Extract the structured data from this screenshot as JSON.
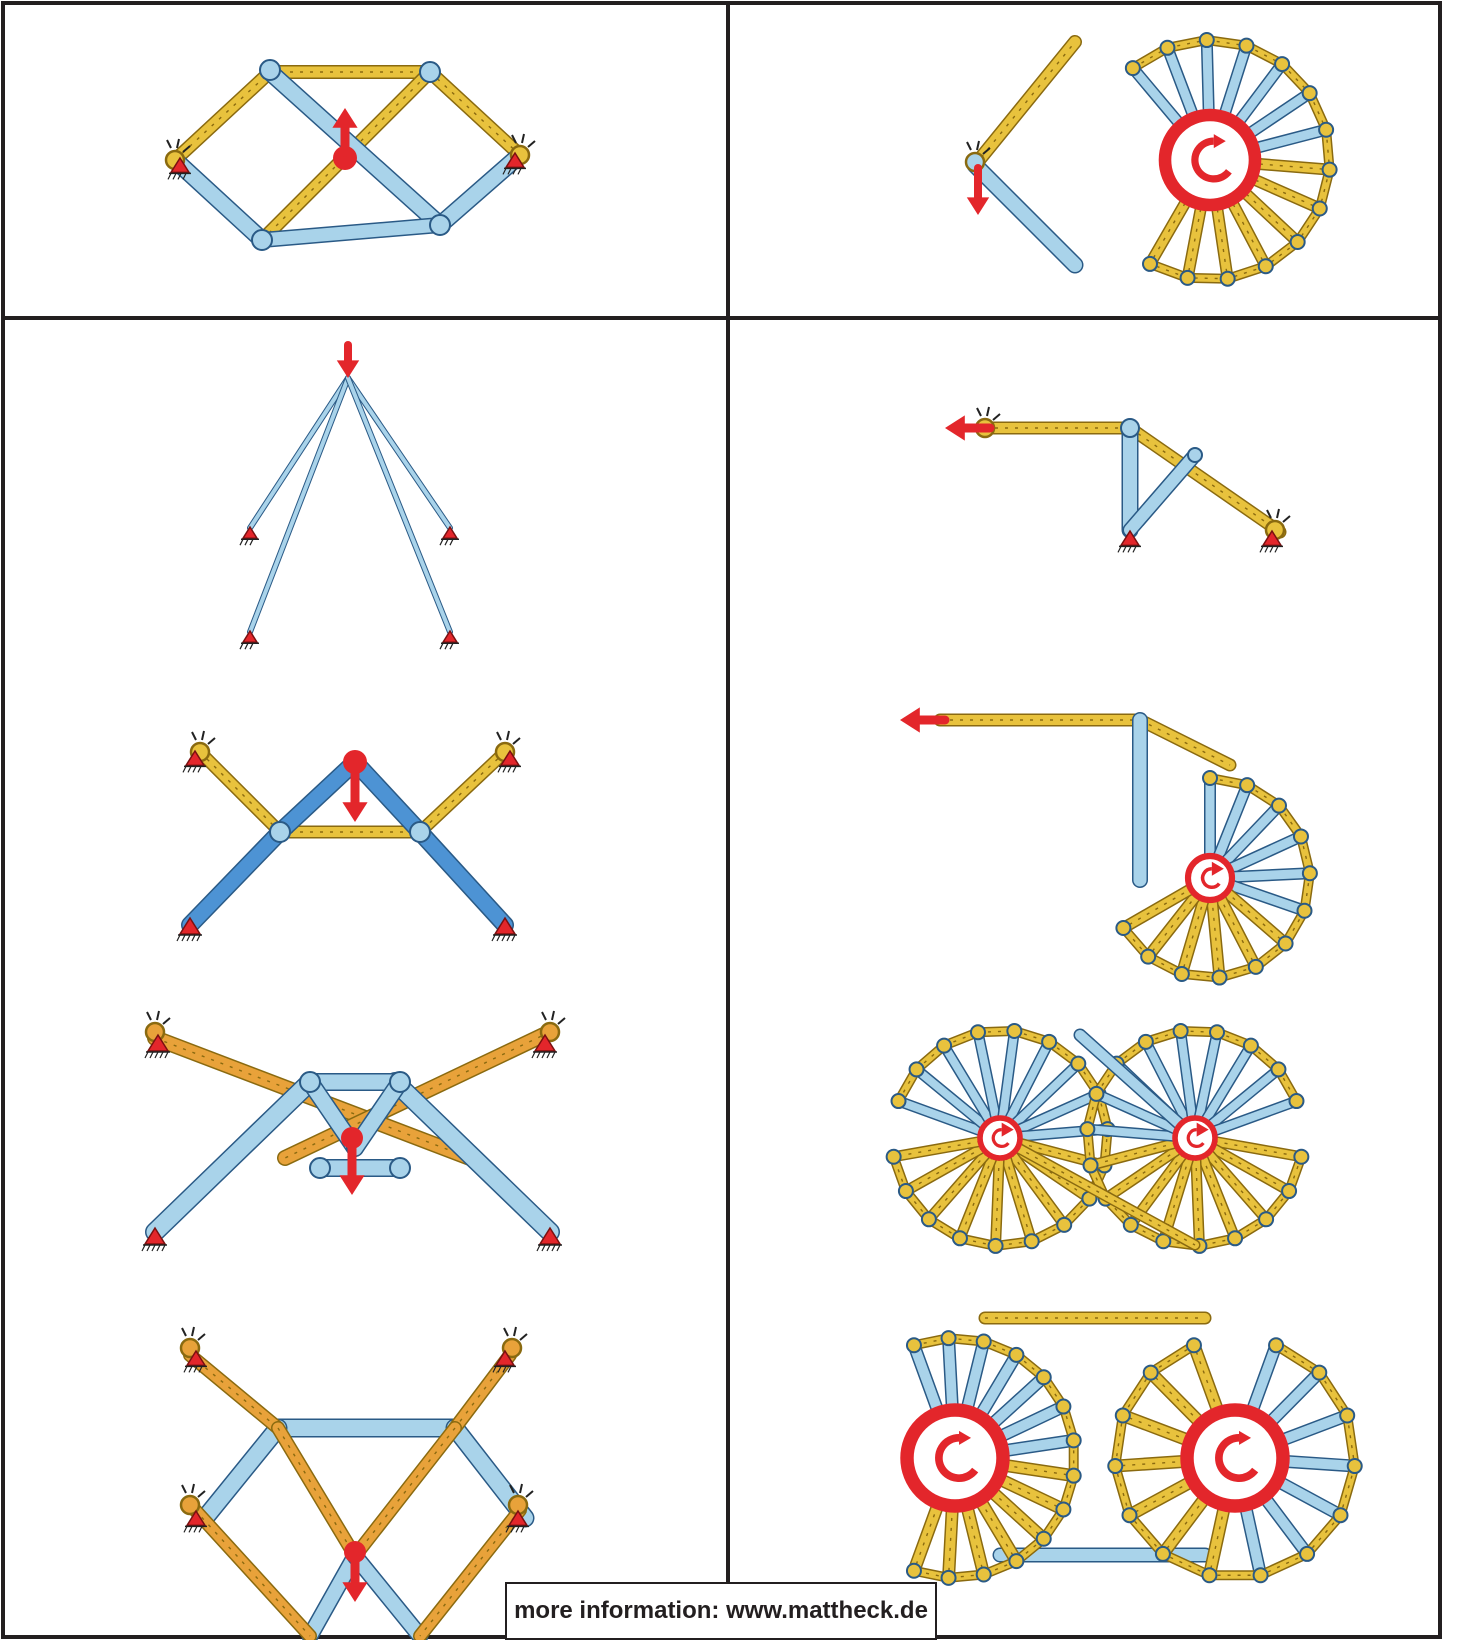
{
  "footer": {
    "info_text": "more information: www.mattheck.de"
  },
  "colors": {
    "frame": "#231f20",
    "rope": "#e8c23d",
    "rope_orange": "#e8a23a",
    "rope_stroke": "#8a6a10",
    "strut_light": "#a9d3ea",
    "strut_blue": "#4d93d4",
    "strut_stroke": "#2a5a86",
    "load_red": "#e3262b",
    "support_red": "#e3262b"
  },
  "icons": {
    "load": "red-arrow-icon",
    "moment": "rotation-arrow-icon",
    "support": "pin-support-icon",
    "knot": "rope-knot-icon"
  },
  "panels": [
    {
      "id": "rope-rhombus-truss",
      "loads": 1,
      "supports": 2
    },
    {
      "id": "moment-rope-fan",
      "loads": 1,
      "moments": 1
    },
    {
      "id": "hanging-struts-fan",
      "loads": 1,
      "supports": 4
    },
    {
      "id": "horizontal-pull-truss",
      "loads": 1,
      "supports": 2
    },
    {
      "id": "triangle-rope-truss",
      "loads": 1,
      "supports": 4
    },
    {
      "id": "spiral-wheel-truss",
      "loads": 1,
      "moments": 1
    },
    {
      "id": "crossed-beam-truss",
      "loads": 1,
      "supports": 4
    },
    {
      "id": "double-wheel-truss",
      "moments": 2
    },
    {
      "id": "trapezoid-rope-truss",
      "loads": 1,
      "supports": 4
    },
    {
      "id": "twin-wheel-frame",
      "moments": 2
    }
  ]
}
